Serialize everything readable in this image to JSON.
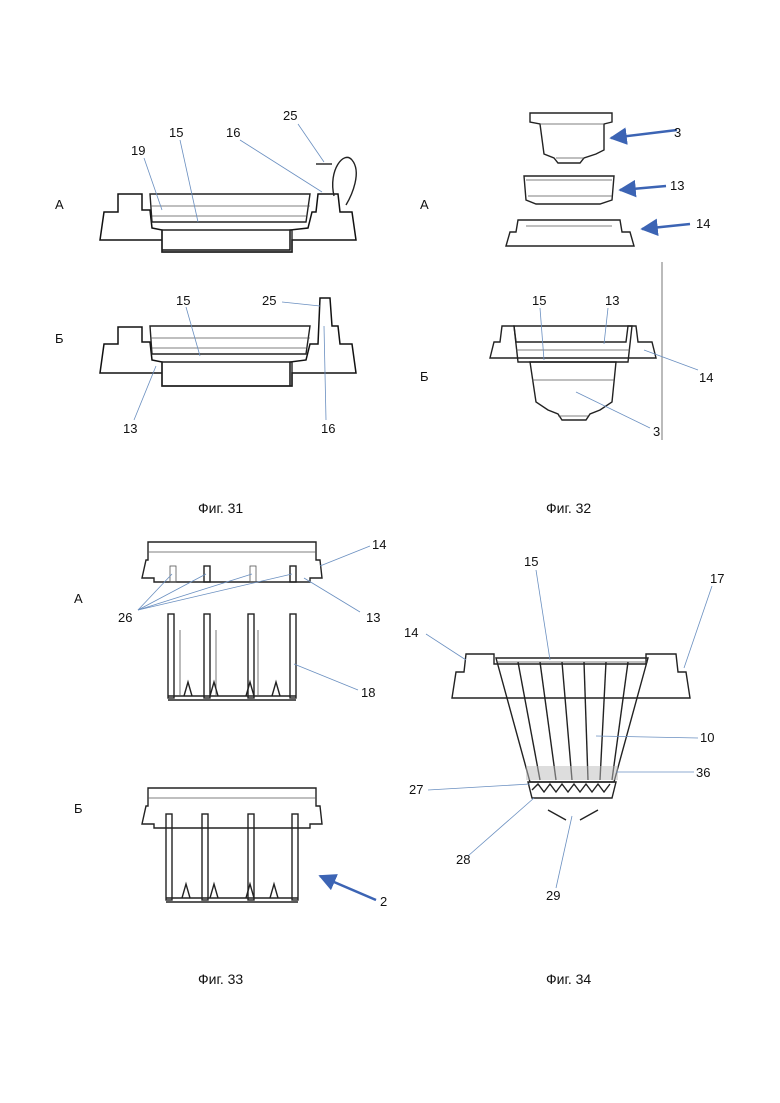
{
  "captions": {
    "fig31": "Фиг. 31",
    "fig32": "Фиг. 32",
    "fig33": "Фиг. 33",
    "fig34": "Фиг. 34"
  },
  "views": {
    "a": "А",
    "b": "Б"
  },
  "fig31": {
    "a": {
      "n19": "19",
      "n15": "15",
      "n16": "16",
      "n25": "25"
    },
    "b": {
      "n15": "15",
      "n25": "25",
      "n13": "13",
      "n16": "16"
    }
  },
  "fig32": {
    "a": {
      "n3": "3",
      "n13": "13",
      "n14": "14"
    },
    "b": {
      "n15": "15",
      "n13": "13",
      "n14": "14",
      "n3": "3"
    }
  },
  "fig33": {
    "a": {
      "n14": "14",
      "n26": "26",
      "n13": "13",
      "n18": "18"
    },
    "b": {
      "n2": "2"
    }
  },
  "fig34": {
    "n15": "15",
    "n17": "17",
    "n14": "14",
    "n10": "10",
    "n36": "36",
    "n27": "27",
    "n28": "28",
    "n29": "29"
  },
  "colors": {
    "arrow": "#3c64b4",
    "line": "#222222",
    "leader": "#6a8fc0"
  }
}
